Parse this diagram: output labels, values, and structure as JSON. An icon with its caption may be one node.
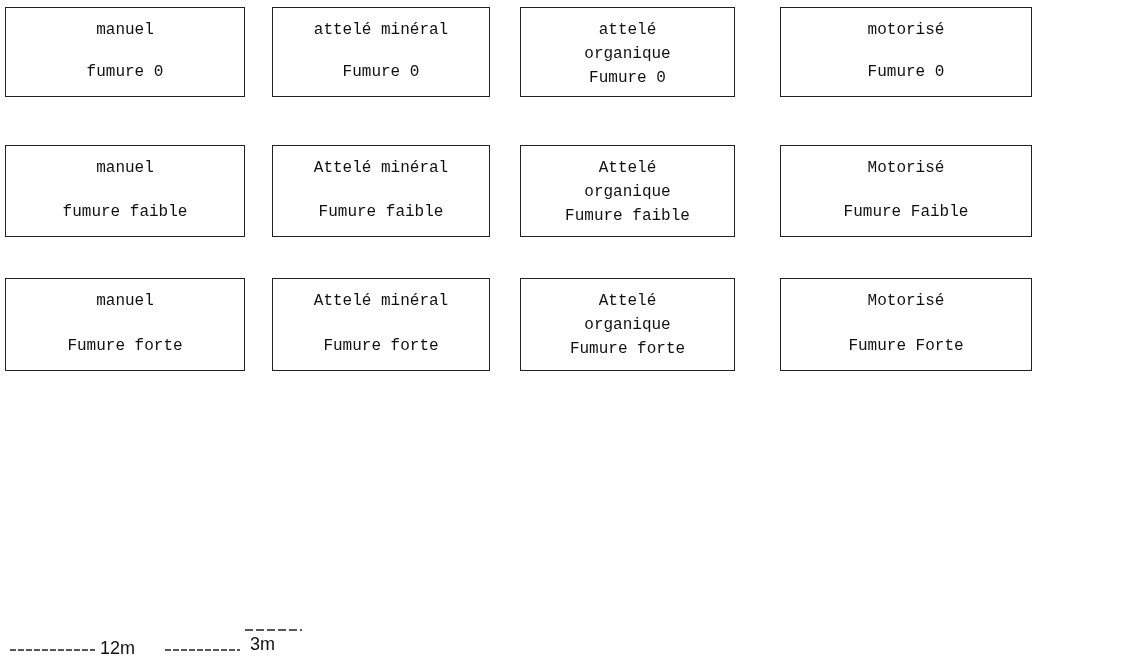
{
  "diagram": {
    "nodes": [
      {
        "text": [
          "manuel",
          "fumure 0"
        ]
      },
      {
        "text": [
          "attelé minéral",
          "Fumure 0"
        ]
      },
      {
        "text": [
          "attelé organique",
          "Fumure 0"
        ]
      },
      {
        "text": [
          "motorisé",
          "Fumure 0"
        ]
      },
      {
        "text": [
          "manuel",
          "fumure faible"
        ]
      },
      {
        "text": [
          "Attelé minéral",
          "Fumure faible"
        ]
      },
      {
        "text": [
          "Attelé organique",
          "Fumure faible"
        ]
      },
      {
        "text": [
          "Motorisé",
          "Fumure Faible"
        ]
      },
      {
        "text": [
          "manuel",
          "Fumure forte"
        ]
      },
      {
        "text": [
          "Attelé minéral",
          "Fumure forte"
        ]
      },
      {
        "text": [
          "Attelé organique",
          "Fumure forte"
        ]
      },
      {
        "text": [
          "Motorisé",
          "Fumure Forte"
        ]
      }
    ],
    "edges": [],
    "labels": [
      "12m",
      "3m"
    ]
  }
}
